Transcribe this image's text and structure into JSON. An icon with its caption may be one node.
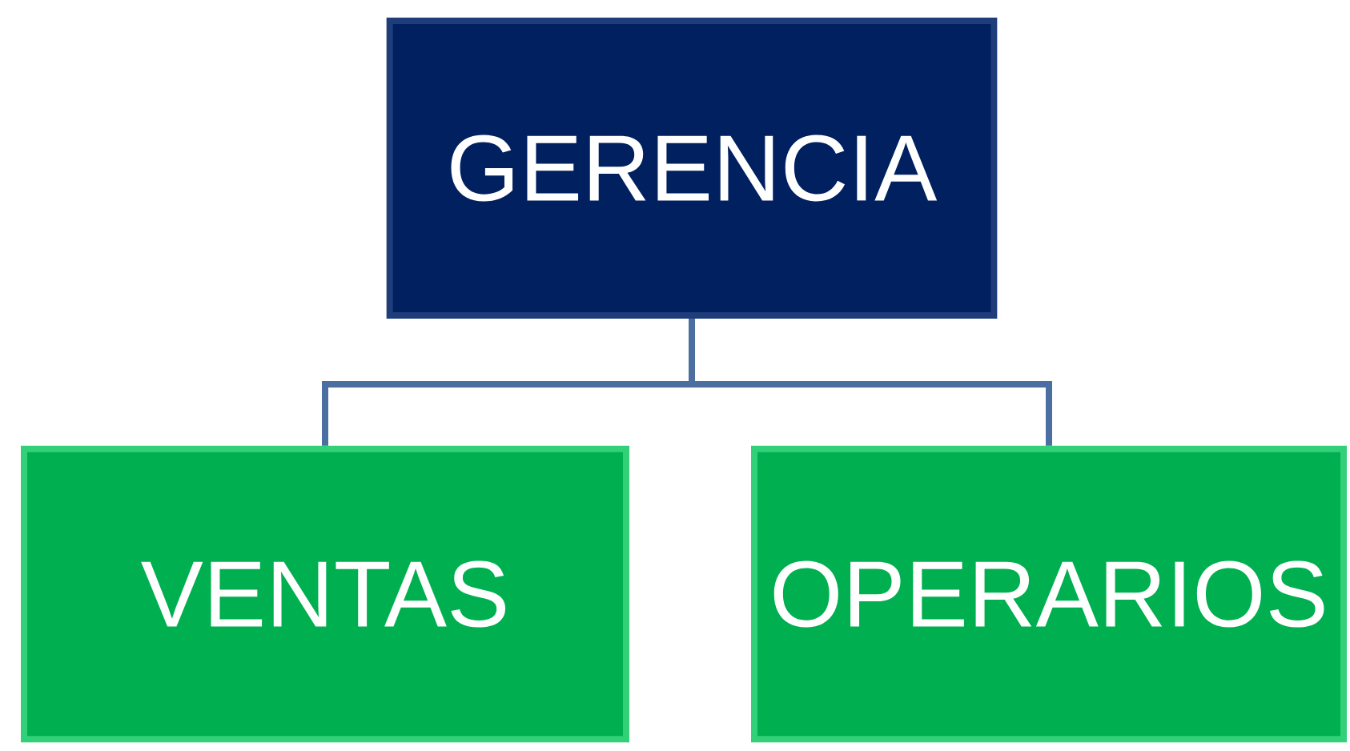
{
  "diagram": {
    "nodes": [
      {
        "text": [
          "GERENCIA"
        ]
      },
      {
        "text": [
          "VENTAS"
        ]
      },
      {
        "text": [
          "OPERARIOS"
        ]
      }
    ],
    "edges": [
      {
        "from": 0,
        "to": 1,
        "arrow": "none"
      },
      {
        "from": 0,
        "to": 2,
        "arrow": "none"
      }
    ]
  }
}
